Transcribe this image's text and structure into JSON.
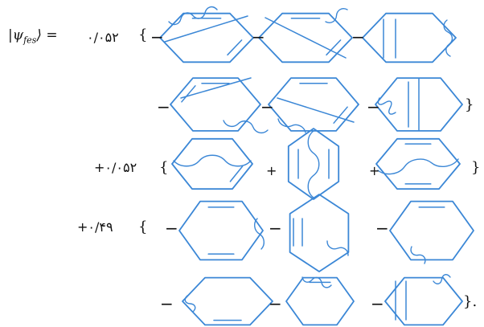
{
  "equation": {
    "lhs": "|ψ",
    "lhs_sub": "fes",
    "lhs_close": "⟩ =",
    "terms": [
      {
        "coefficient": "۰/۰۵۲",
        "open": "{",
        "items": [
          "−",
          "−",
          "−",
          "−",
          "−",
          "−"
        ],
        "close": "}"
      },
      {
        "coefficient": "+۰/۰۵۲",
        "open": "{",
        "items": [
          "+",
          "+"
        ],
        "close": "}"
      },
      {
        "coefficient": "+۰/۴۹",
        "open": "{",
        "items": [
          "−",
          "−",
          "−",
          "−",
          "−",
          "−"
        ],
        "close": "}."
      }
    ]
  },
  "colors": {
    "structure": "#3b87d6",
    "text": "#111111"
  }
}
